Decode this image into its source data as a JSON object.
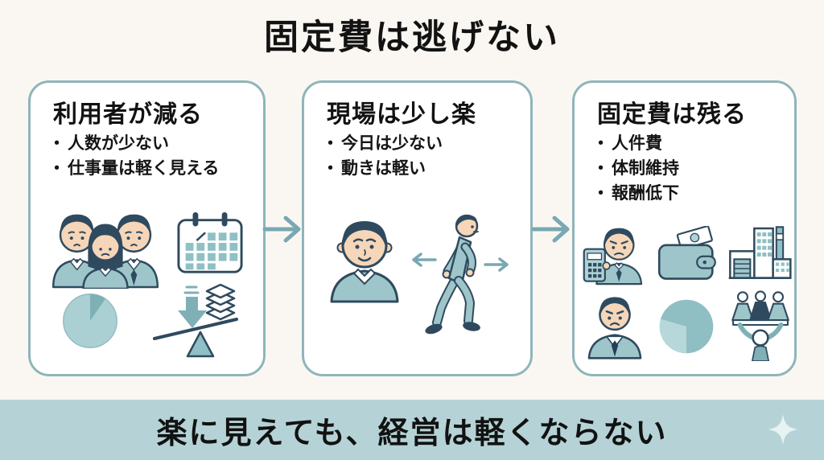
{
  "header": {
    "title": "固定費は逃げない"
  },
  "colors": {
    "page_background": "#faf7f2",
    "box_border": "#8fb5ba",
    "box_background": "#ffffff",
    "banner_background": "#b5d3d6",
    "arrow": "#79a8b2",
    "illustration_navy": "#2f4a5e",
    "illustration_teal": "#9ec6ca",
    "illustration_light_teal": "#aed3d5",
    "text": "#121212"
  },
  "flow": {
    "bullet_marker": "・",
    "boxes": [
      {
        "title": "利用者が減る",
        "bullets": [
          "人数が少ない",
          "仕事量は軽く見える"
        ],
        "icons": [
          "worried-staff-group-icon",
          "calendar-icon",
          "pie-chart-icon",
          "declining-balance-icon"
        ]
      },
      {
        "title": "現場は少し楽",
        "bullets": [
          "今日は少ない",
          "動きは軽い"
        ],
        "icons": [
          "smiling-worker-icon",
          "left-arrow-icon",
          "walking-person-icon",
          "right-arrow-icon"
        ]
      },
      {
        "title": "固定費は残る",
        "bullets": [
          "人件費",
          "体制維持",
          "報酬低下"
        ],
        "icons": [
          "calculator-worker-icon",
          "wallet-icon",
          "factory-icon",
          "suit-worker-icon",
          "cost-pie-chart-icon",
          "team-support-icon"
        ]
      }
    ]
  },
  "footer": {
    "message": "楽に見えても、経営は軽くならない",
    "icon": "sparkle-icon"
  }
}
